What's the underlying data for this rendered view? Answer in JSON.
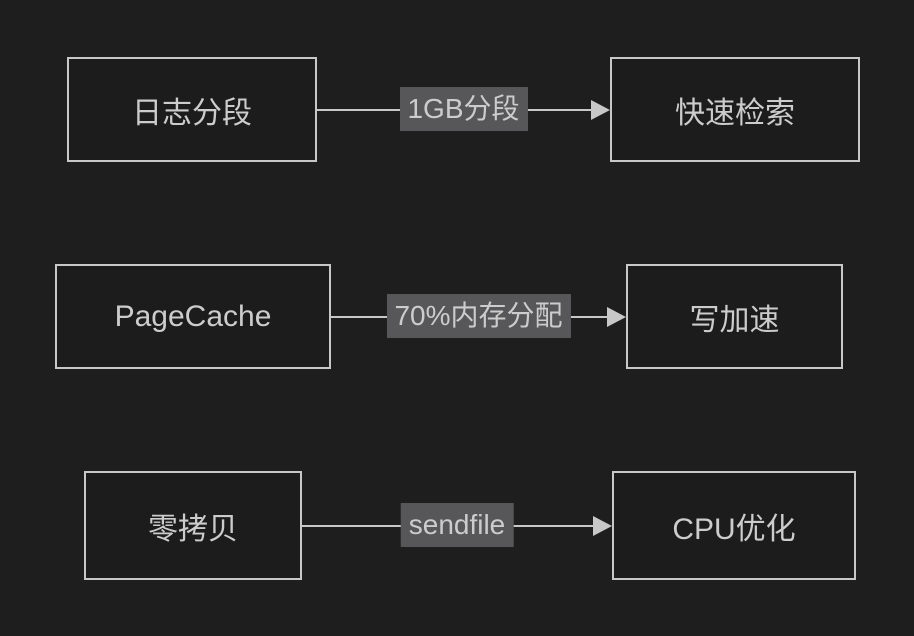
{
  "diagram": {
    "type": "flowchart",
    "direction": "left-to-right",
    "colors": {
      "background": "#1e1e1e",
      "node_border": "#c8c8c8",
      "node_fill": "#1c1c1c",
      "text": "#cccccc",
      "edge_label_background": "#57575a",
      "edge_line": "#c8c8c8"
    },
    "rows": [
      {
        "source": "日志分段",
        "edge": "1GB分段",
        "target": "快速检索"
      },
      {
        "source": "PageCache",
        "edge": "70%内存分配",
        "target": "写加速"
      },
      {
        "source": "零拷贝",
        "edge": "sendfile",
        "target": "CPU优化"
      }
    ]
  }
}
